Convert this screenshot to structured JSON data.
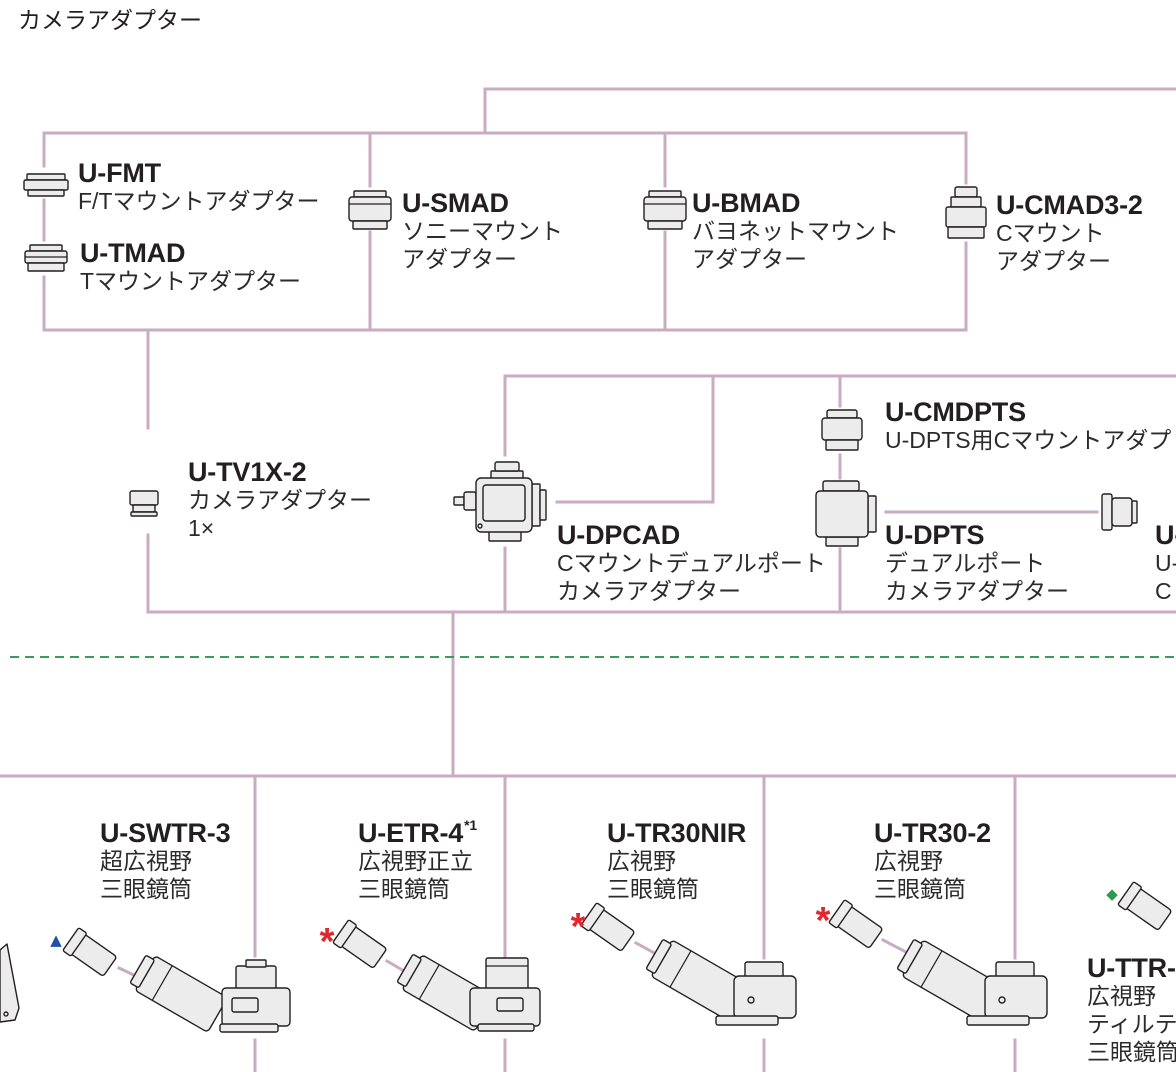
{
  "title": "カメラアダプター",
  "colors": {
    "connector": "#c9abc3",
    "dashed_divider": "#3d9a58",
    "asterisk_marker": "#e2262e",
    "triangle_marker": "#1f4fa6",
    "diamond_marker": "#2f9b4a",
    "text": "#231f20"
  },
  "adapters": {
    "u_fmt": {
      "model": "U-FMT",
      "lines": [
        "F/Tマウントアダプター"
      ],
      "icon": "ft-mount-adapter-icon"
    },
    "u_tmad": {
      "model": "U-TMAD",
      "lines": [
        "Tマウントアダプター"
      ],
      "icon": "t-mount-adapter-icon"
    },
    "u_smad": {
      "model": "U-SMAD",
      "lines": [
        "ソニーマウント",
        "アダプター"
      ],
      "icon": "sony-mount-adapter-icon"
    },
    "u_bmad": {
      "model": "U-BMAD",
      "lines": [
        "バヨネットマウント",
        "アダプター"
      ],
      "icon": "bayonet-mount-adapter-icon"
    },
    "u_cmad3_2": {
      "model": "U-CMAD3-2",
      "lines": [
        "Cマウント",
        "アダプター"
      ],
      "icon": "c-mount-adapter-icon"
    },
    "u_tv1x_2": {
      "model": "U-TV1X-2",
      "lines": [
        "カメラアダプター",
        "1×"
      ],
      "icon": "camera-adapter-icon"
    },
    "u_dpcad": {
      "model": "U-DPCAD",
      "lines": [
        "Cマウントデュアルポート",
        "カメラアダプター"
      ],
      "icon": "dual-port-camera-adapter-icon"
    },
    "u_cmdpts": {
      "model": "U-CMDPTS",
      "lines": [
        "U-DPTS用Cマウントアダプ"
      ],
      "icon": "dpts-c-mount-adapter-icon"
    },
    "u_dpts": {
      "model": "U-DPTS",
      "lines": [
        "デュアルポート",
        "カメラアダプター"
      ],
      "icon": "dual-port-adapter-icon"
    },
    "cut_right": {
      "model": "U-",
      "lines": [
        "U-",
        "C"
      ],
      "icon": "small-adapter-icon"
    }
  },
  "tubes": {
    "u_swtr_3": {
      "model": "U-SWTR-3",
      "lines": [
        "超広視野",
        "三眼鏡筒"
      ],
      "marker": "▲",
      "icon": "trinocular-tube-icon"
    },
    "u_etr_4": {
      "model": "U-ETR-4",
      "note": "*1",
      "lines": [
        "広視野正立",
        "三眼鏡筒"
      ],
      "marker": "*",
      "icon": "trinocular-tube-icon"
    },
    "u_tr30nir": {
      "model": "U-TR30NIR",
      "lines": [
        "広視野",
        "三眼鏡筒"
      ],
      "marker": "*",
      "icon": "trinocular-tube-icon"
    },
    "u_tr30_2": {
      "model": "U-TR30-2",
      "lines": [
        "広視野",
        "三眼鏡筒"
      ],
      "marker": "*",
      "icon": "trinocular-tube-icon"
    },
    "u_ttr": {
      "model": "U-TTR-",
      "lines": [
        "広視野",
        "ティルテ",
        "三眼鏡筒"
      ],
      "marker": "◆",
      "icon": "eyepiece-icon"
    }
  }
}
